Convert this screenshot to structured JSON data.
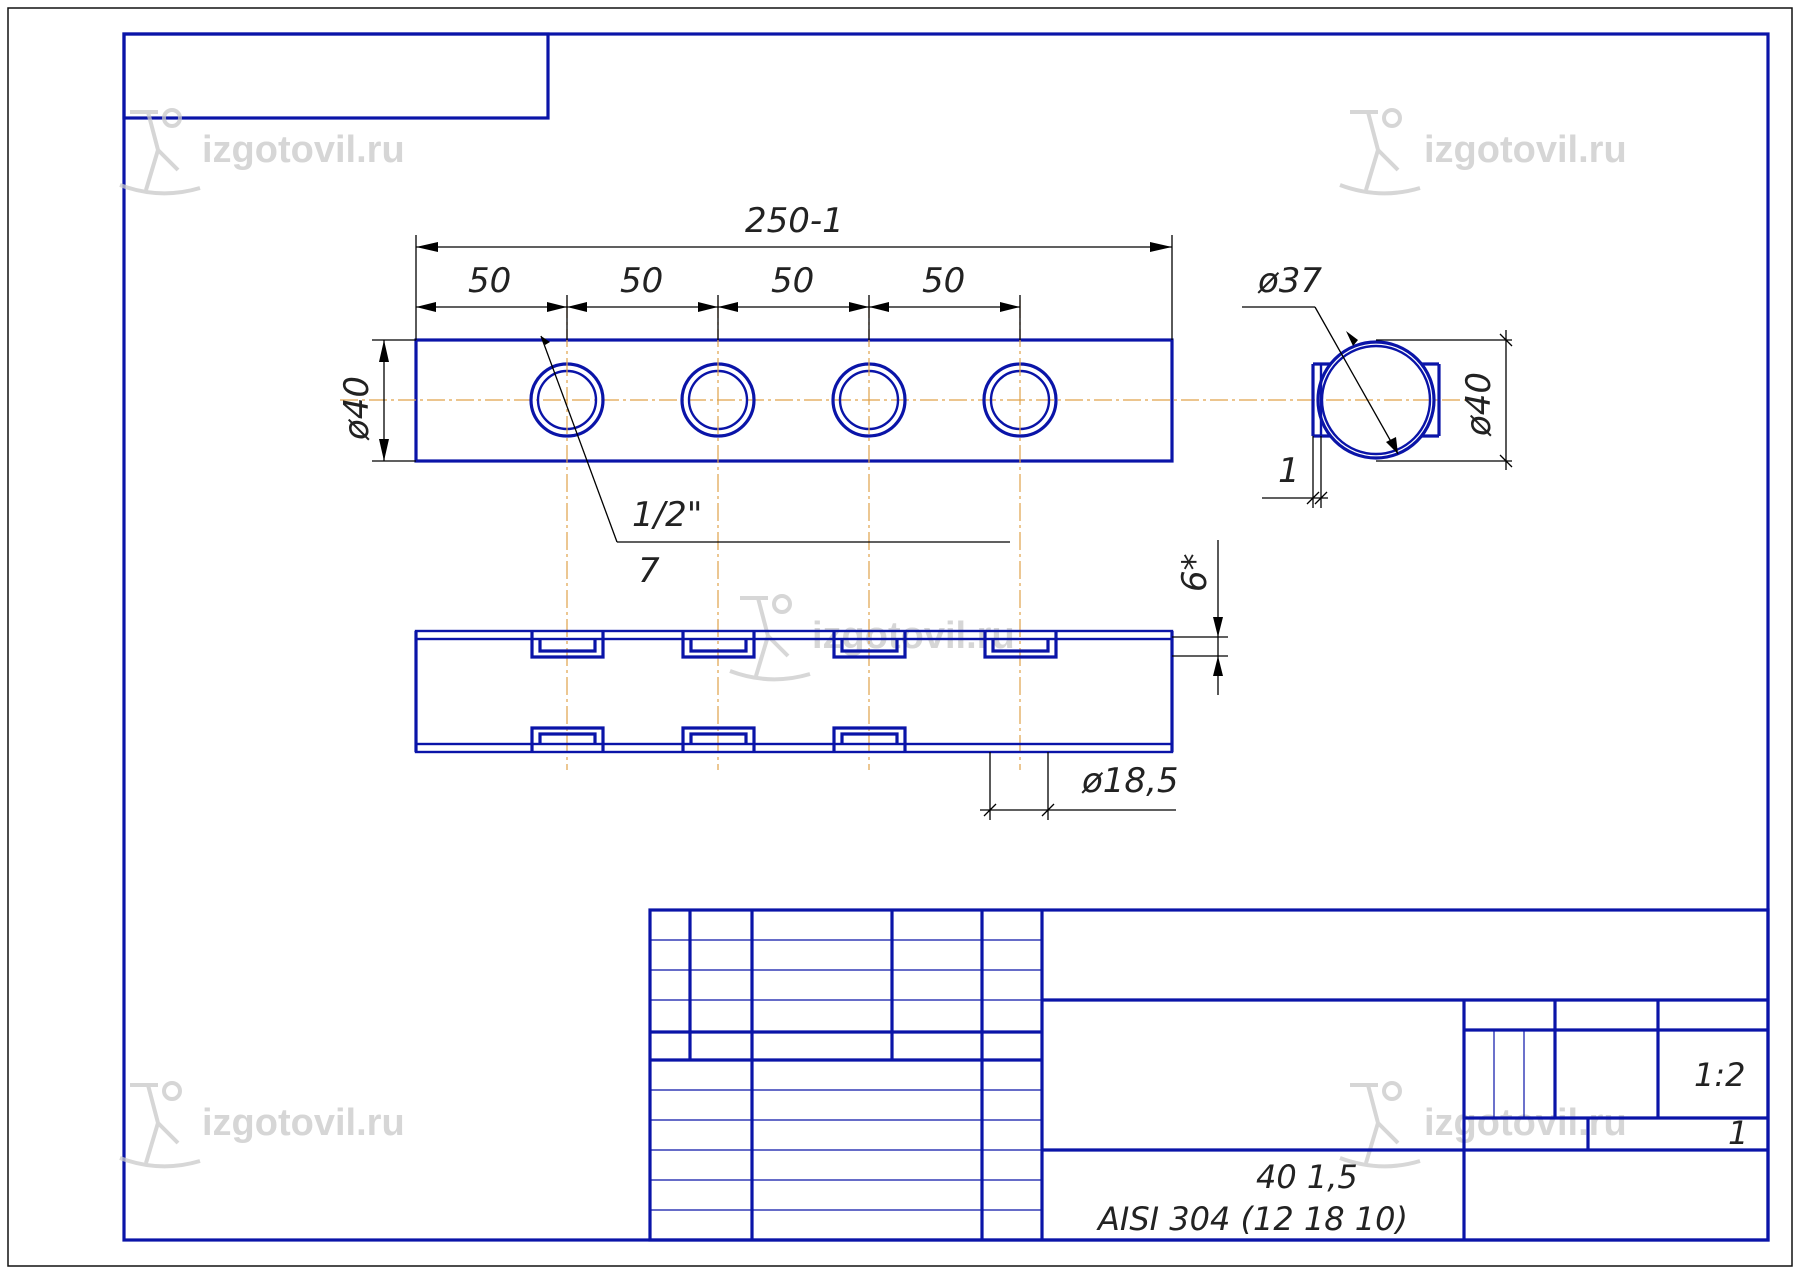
{
  "watermark": "izgotovil.ru",
  "dimensions": {
    "overall_length": "250-1",
    "pitch": [
      "50",
      "50",
      "50",
      "50"
    ],
    "outer_diameter_front": "ø40",
    "thread": "1/2\"",
    "thread_leader_note": "7",
    "outer_diameter_side": "ø37",
    "outer_diameter_side_right": "ø40",
    "wall_offset": "1",
    "boss_height": "6*",
    "hole_diameter": "ø18,5"
  },
  "title_block": {
    "scale": "1:2",
    "sheet": "1",
    "material_line1": "40  1,5",
    "material_line2": "AISI 304  (12  18     10)"
  },
  "colors": {
    "outline": "#0a14a8",
    "axis": "#e0a24a",
    "dimension": "#000000"
  }
}
